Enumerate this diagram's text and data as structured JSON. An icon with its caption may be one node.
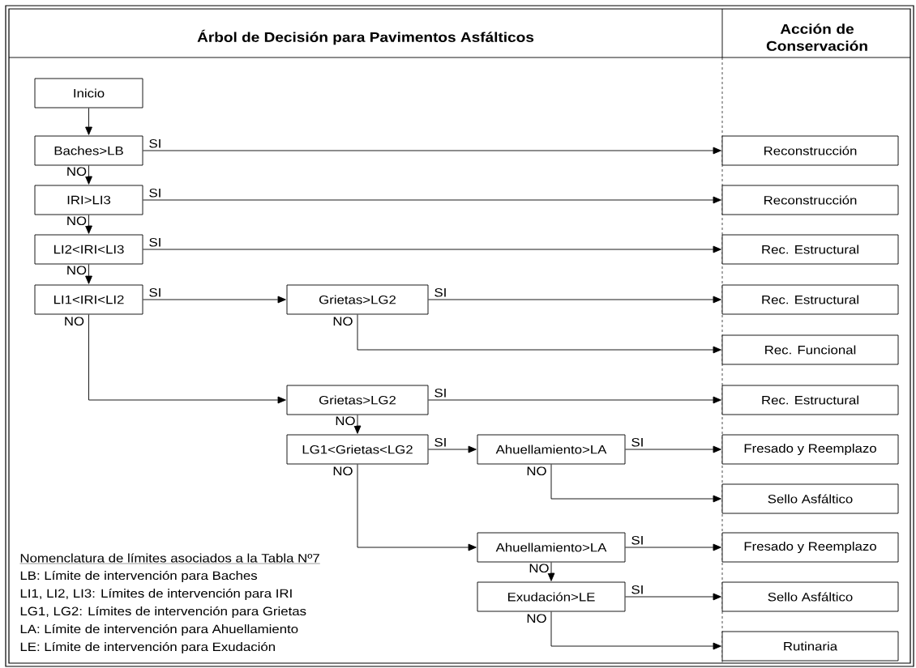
{
  "diagram": {
    "title": "Árbol de Decisión para Pavimentos Asfálticos",
    "nodes": [
      {
        "text": [
          "Inicio"
        ]
      },
      {
        "text": [
          "Baches>LB"
        ]
      },
      {
        "text": [
          "IRI>LI3"
        ]
      },
      {
        "text": [
          "LI2<IRI<LI3"
        ]
      },
      {
        "text": [
          "LI1<IRI<LI2"
        ]
      },
      {
        "text": [
          "Grietas>LG2"
        ]
      },
      {
        "text": [
          "Grietas>LG2"
        ]
      },
      {
        "text": [
          "LG1<Grietas<LG2"
        ]
      },
      {
        "text": [
          "Ahuellamiento>LA"
        ]
      },
      {
        "text": [
          "Ahuellamiento>LA"
        ]
      },
      {
        "text": [
          "Exudación>LE"
        ]
      },
      {
        "text": [
          "Reconstrucción"
        ]
      },
      {
        "text": [
          "Reconstrucción"
        ]
      },
      {
        "text": [
          "Rec. Estructural"
        ]
      },
      {
        "text": [
          "Rec. Estructural"
        ]
      },
      {
        "text": [
          "Rec. Funcional"
        ]
      },
      {
        "text": [
          "Rec. Estructural"
        ]
      },
      {
        "text": [
          "Fresado y Reemplazo"
        ]
      },
      {
        "text": [
          "Sello Asfáltico"
        ]
      },
      {
        "text": [
          "Fresado y Reemplazo"
        ]
      },
      {
        "text": [
          "Sello Asfáltico"
        ]
      },
      {
        "text": [
          "Rutinaria"
        ]
      }
    ],
    "edges": [
      {
        "from": 0,
        "to": 1,
        "arrow": "to"
      },
      {
        "from": 1,
        "to": 11,
        "arrow": "to",
        "label": "SI"
      },
      {
        "from": 1,
        "to": 2,
        "arrow": "to",
        "label": "NO"
      },
      {
        "from": 2,
        "to": 12,
        "arrow": "to",
        "label": "SI"
      },
      {
        "from": 2,
        "to": 3,
        "arrow": "to",
        "label": "NO"
      },
      {
        "from": 3,
        "to": 13,
        "arrow": "to",
        "label": "SI"
      },
      {
        "from": 3,
        "to": 4,
        "arrow": "to",
        "label": "NO"
      },
      {
        "from": 4,
        "to": 5,
        "arrow": "to",
        "label": "SI"
      },
      {
        "from": 4,
        "to": 6,
        "arrow": "to",
        "label": "NO"
      },
      {
        "from": 5,
        "to": 14,
        "arrow": "to",
        "label": "SI"
      },
      {
        "from": 5,
        "to": 15,
        "arrow": "to",
        "label": "NO"
      },
      {
        "from": 6,
        "to": 16,
        "arrow": "to",
        "label": "SI"
      },
      {
        "from": 6,
        "to": 7,
        "arrow": "to",
        "label": "NO"
      },
      {
        "from": 7,
        "to": 8,
        "arrow": "to",
        "label": "SI"
      },
      {
        "from": 7,
        "to": 9,
        "arrow": "to",
        "label": "NO"
      },
      {
        "from": 8,
        "to": 17,
        "arrow": "to",
        "label": "SI"
      },
      {
        "from": 8,
        "to": 18,
        "arrow": "to",
        "label": "NO"
      },
      {
        "from": 9,
        "to": 19,
        "arrow": "to",
        "label": "SI"
      },
      {
        "from": 9,
        "to": 10,
        "arrow": "to",
        "label": "NO"
      },
      {
        "from": 10,
        "to": 20,
        "arrow": "to",
        "label": "SI"
      },
      {
        "from": 10,
        "to": 21,
        "arrow": "to",
        "label": "NO"
      }
    ],
    "labels": [
      "Acción de Conservación",
      "Nomenclatura de límites asociados a la Tabla Nº7",
      "LB: Límite de intervención para Baches",
      "LI1, LI2, LI3: Límites de intervención para IRI",
      "LG1, LG2: Límites de intervención para Grietas",
      "LA: Límite de intervención para Ahuellamiento",
      "LE: Límite de intervención para Exudación"
    ]
  }
}
